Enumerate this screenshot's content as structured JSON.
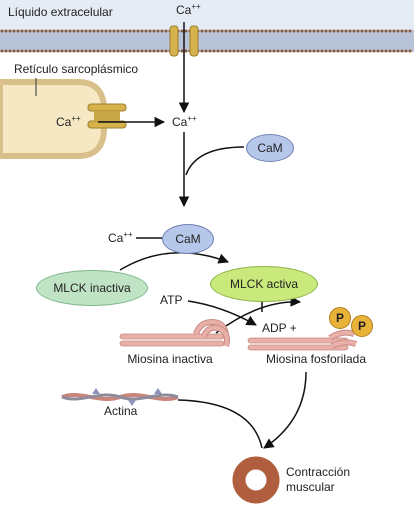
{
  "regions": {
    "extracellular_label": "Líquido extracelular",
    "sr_label": "Retículo sarcoplásmico"
  },
  "ions": {
    "ca_base": "Ca",
    "ca_charge": "++"
  },
  "nodes": {
    "cam": "CaM",
    "mlck_inactive": "MLCK inactiva",
    "mlck_active": "MLCK activa",
    "atp": "ATP",
    "adp": "ADP +",
    "phosphate": "P",
    "myosin_inactive": "Miosina inactiva",
    "myosin_phosphorylated": "Miosina fosforilada",
    "actin": "Actina",
    "contraction_line1": "Contracción",
    "contraction_line2": "muscular"
  },
  "colors": {
    "membrane": "#b9c3d8",
    "membrane_dots": "#8a5a3c",
    "sr_fill": "#f7e8c4",
    "sr_border": "#d9c08a",
    "channel": "#d6b24c",
    "cam_fill": "#b7c7ea",
    "mlck_inactive_fill": "#bfe3c4",
    "mlck_active_fill": "#c9e97c",
    "phosphate_fill": "#e9b33a",
    "myosin": "#e8b0a8",
    "ring": "#b05e3e"
  }
}
